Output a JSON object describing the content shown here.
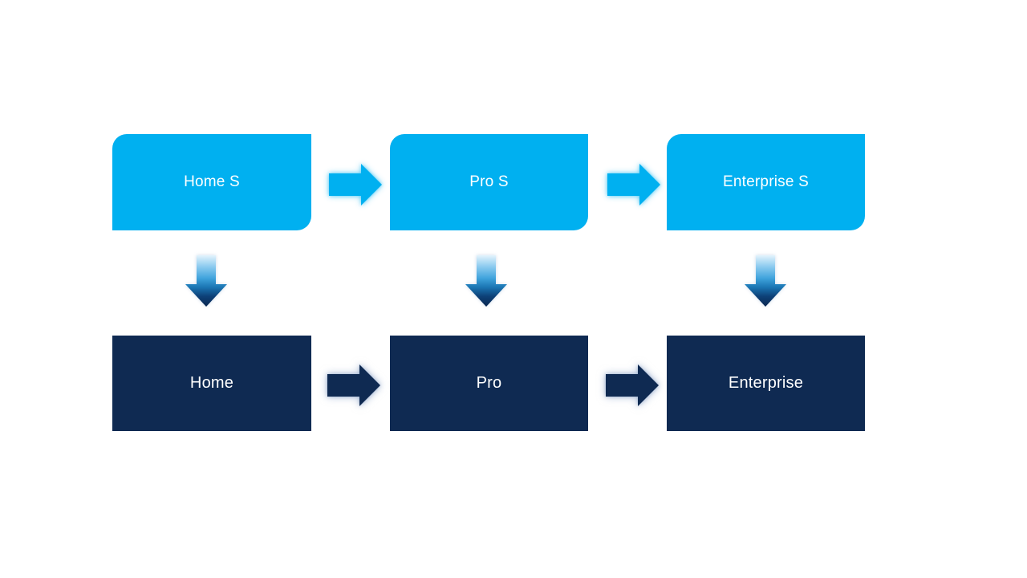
{
  "colors": {
    "background": "#FFFFFF",
    "top_box_fill": "#00B0F0",
    "bottom_box_fill": "#0F2A52",
    "label_text": "#FFFFFF",
    "light_arrow_fill": "#00B0F0",
    "dark_arrow_fill": "#0F2A52",
    "light_arrow_glow": "rgba(0,176,240,0.45)",
    "dark_arrow_glow": "rgba(130,155,195,0.6)",
    "down_arrow_glow": "rgba(110,150,195,0.35)",
    "down_arrow_gradient": {
      "stop1": "#E3F3FC",
      "stop2": "#8CCBEF",
      "stop3": "#3FA3DC",
      "stop4": "#1B76B4",
      "stop5": "#0D4077",
      "stop6": "#0A2750"
    }
  },
  "top_row": {
    "boxes": [
      {
        "label": "Home S"
      },
      {
        "label": "Pro S"
      },
      {
        "label": "Enterprise S"
      }
    ]
  },
  "bottom_row": {
    "boxes": [
      {
        "label": "Home"
      },
      {
        "label": "Pro"
      },
      {
        "label": "Enterprise"
      }
    ]
  }
}
